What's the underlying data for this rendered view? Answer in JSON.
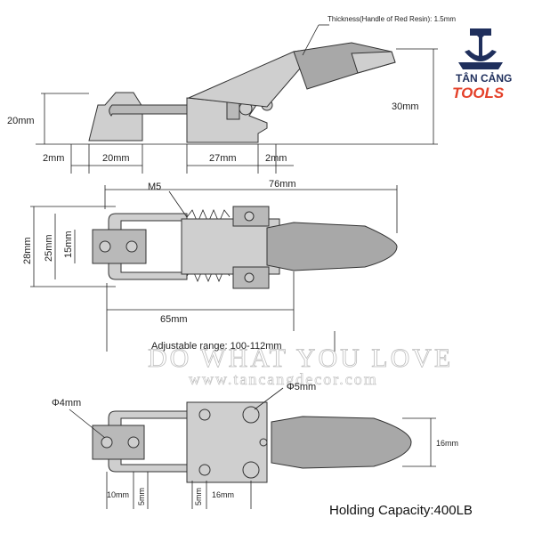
{
  "brand": {
    "name": "TÂN CẢNG",
    "tag": "TOOLS",
    "color_primary": "#1f2f5c",
    "color_accent": "#e4412a",
    "icon": "anchor-icon"
  },
  "side_view": {
    "thickness_note": "Thickness(Handle of Red Resin): 1.5mm",
    "height_left": "20mm",
    "height_right": "30mm",
    "base_gap_left": "2mm",
    "base_width": "20mm",
    "body_width": "27mm",
    "base_gap_right": "2mm"
  },
  "top_view": {
    "screw": "M5",
    "overall_length": "76mm",
    "width_outer": "28mm",
    "width_inner": "25mm",
    "width_hook": "15mm",
    "length_to_hook": "65mm",
    "adjustable_range": "Adjustable range: 100-112mm"
  },
  "watermark": {
    "line1": "DO WHAT YOU LOVE",
    "line2": "www.tancangdecor.com"
  },
  "bottom_view": {
    "hole_small": "Φ4mm",
    "hole_large": "Φ5mm",
    "height": "16mm",
    "dim_10": "10mm",
    "dim_5a": "5mm",
    "dim_5b": "5mm",
    "dim_16": "16mm"
  },
  "holding_capacity": "Holding Capacity:400LB"
}
